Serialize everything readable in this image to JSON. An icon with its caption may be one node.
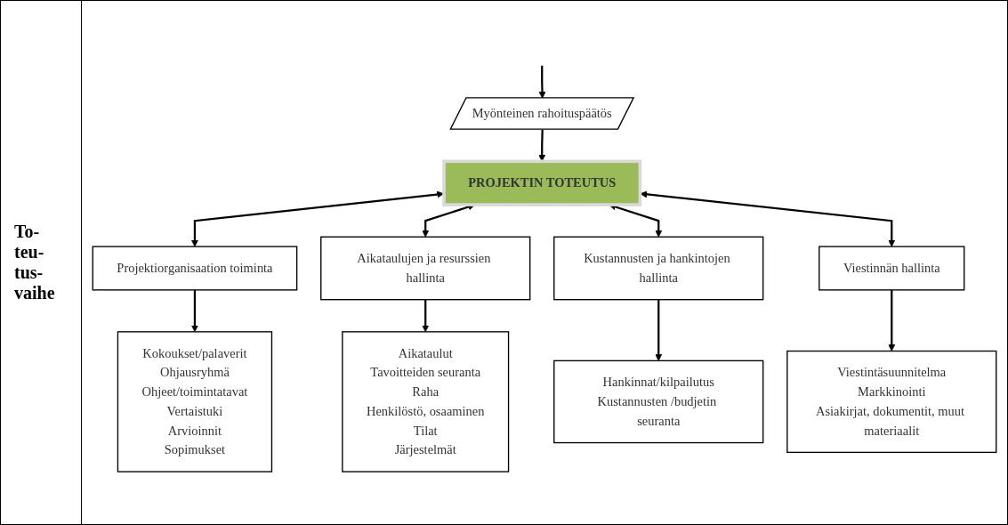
{
  "diagram": {
    "nodes": [
      {
        "text": [
          "Myönteinen rahoituspäätös"
        ]
      },
      {
        "text": [
          "PROJEKTIN TOTEUTUS"
        ]
      },
      {
        "text": [
          "Projektiorganisaation toiminta"
        ]
      },
      {
        "text": [
          "Kokoukset/palaverit",
          "Ohjausryhmä",
          "Ohjeet/toimintatavat",
          "Vertaistuki",
          "Arvioinnit",
          "Sopimukset"
        ]
      },
      {
        "text": [
          "Aikataulut",
          "Tavoitteiden seuranta",
          "Raha",
          "Henkilöstö, osaaminen",
          "Tilat",
          "Järjestelmät"
        ]
      },
      {
        "text": [
          "Aikataulujen ja resurssien hallinta"
        ]
      },
      {
        "text": [
          "Kustannusten ja hankintojen hallinta"
        ]
      },
      {
        "text": [
          "Hankinnat/kilpailutus",
          "Kustannusten /budjetin seuranta"
        ]
      },
      {
        "text": [
          "Viestintäsuunnitelma",
          "Markkinointi",
          "Asiakirjat, dokumentit, muut materiaalit"
        ]
      },
      {
        "text": [
          "Viestinnän hallinta"
        ]
      }
    ],
    "edges": [
      {
        "from": null,
        "to": 0,
        "arrow": "to"
      },
      {
        "from": 0,
        "to": 1,
        "arrow": "to"
      },
      {
        "from": 1,
        "to": 2,
        "arrow": "both"
      },
      {
        "from": 1,
        "to": 5,
        "arrow": "both"
      },
      {
        "from": 1,
        "to": 6,
        "arrow": "both"
      },
      {
        "from": 1,
        "to": 9,
        "arrow": "both"
      },
      {
        "from": 2,
        "to": 3,
        "arrow": "to"
      },
      {
        "from": 5,
        "to": 4,
        "arrow": "to"
      },
      {
        "from": 6,
        "to": 7,
        "arrow": "to"
      },
      {
        "from": 9,
        "to": 8,
        "arrow": "to"
      }
    ],
    "labels": [
      "To- teu- tus- vaihe"
    ]
  }
}
